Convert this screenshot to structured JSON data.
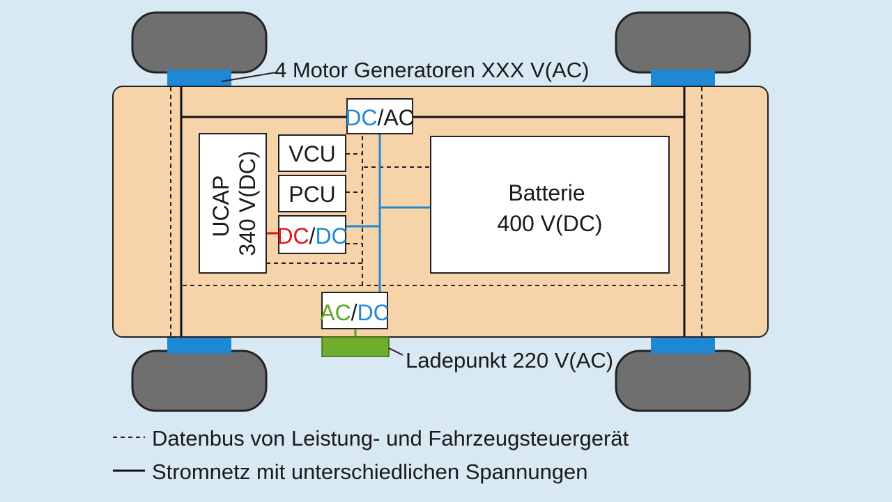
{
  "colors": {
    "background": "#d9e9f3",
    "chassis": "#f6d3a8",
    "wheel": "#6f6f6f",
    "hub": "#1e88d4",
    "charge_point": "#6fae2c",
    "dc_blue": "#1e88d4",
    "dc_red": "#e0161b",
    "ac_green": "#5aa524",
    "line_black": "#111111"
  },
  "labels": {
    "motor_generators": "4 Motor Generatoren XXX V(AC)",
    "charge_point": "Ladepunkt 220 V(AC)",
    "vcu": "VCU",
    "pcu": "PCU",
    "ucap_line1": "UCAP",
    "ucap_line2": "340 V(DC)",
    "battery_line1": "Batterie",
    "battery_line2": "400 V(DC)",
    "dcac_left": "DC",
    "dcac_sep": "/",
    "dcac_right": "AC",
    "dcdc_left": "DC",
    "dcdc_sep": "/",
    "dcdc_right": "DC",
    "acdc_left": "AC",
    "acdc_sep": "/",
    "acdc_right": "DC"
  },
  "legend": {
    "dashed": "Datenbus von Leistung- und Fahrzeugsteuergerät",
    "solid": "Stromnetz mit unterschiedlichen Spannungen"
  }
}
